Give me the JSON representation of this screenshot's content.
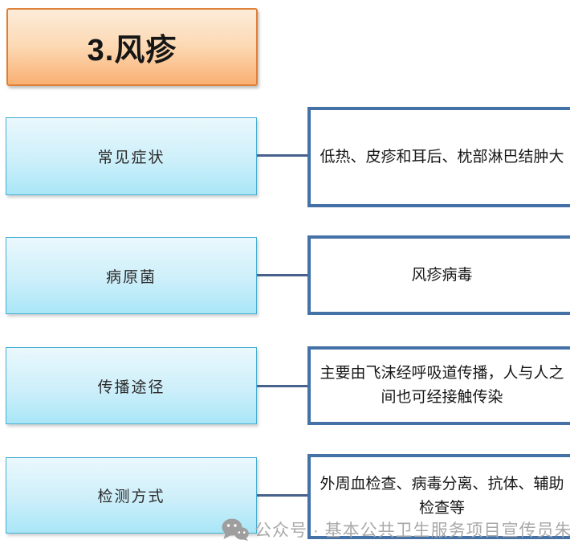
{
  "title": {
    "label": "3.风疹"
  },
  "rows": [
    {
      "label": "常见症状",
      "description": "低热、皮疹和耳后、枕部淋巴结肿大"
    },
    {
      "label": "病原菌",
      "description": "风疹病毒"
    },
    {
      "label": "传播途径",
      "description": "主要由飞沫经呼吸道传播，人与人之间也可经接触传染"
    },
    {
      "label": "检测方式",
      "description": "外周血检查、病毒分离、抗体、辅助检查等"
    }
  ],
  "watermark": {
    "icon": "wechat-icon",
    "text": "公众号 · 基本公共卫生服务项目宣传员朱医"
  },
  "colors": {
    "title_fill_top": "#fdecd9",
    "title_fill_bottom": "#fab072",
    "title_border": "#e07f38",
    "label_fill_top": "#eaf8fd",
    "label_fill_bottom": "#a9e6f7",
    "label_border": "#47aed3",
    "desc_border": "#4472a7",
    "connector": "#47608c",
    "watermark_gray": "#a9a9a9"
  }
}
